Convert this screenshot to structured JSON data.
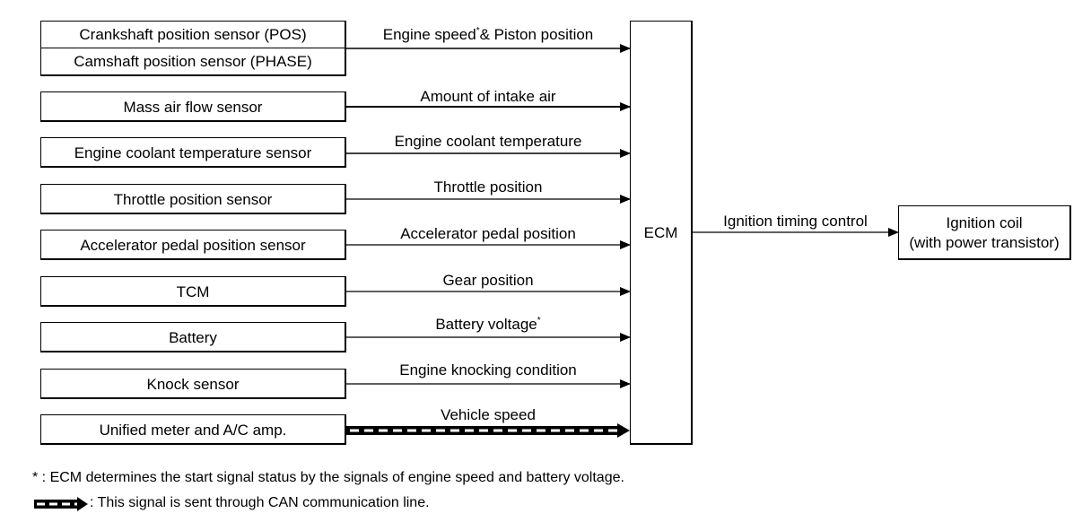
{
  "inputs": [
    {
      "name": "Crankshaft position sensor (POS)",
      "signal": "Engine speed",
      "signal_star": "*",
      "signal_after": "& Piston position"
    },
    {
      "name": "Camshaft position sensor (PHASE)"
    },
    {
      "name": "Mass air flow sensor",
      "signal": "Amount of intake air"
    },
    {
      "name": "Engine coolant temperature sensor",
      "signal": "Engine coolant temperature"
    },
    {
      "name": "Throttle position sensor",
      "signal": "Throttle position"
    },
    {
      "name": "Accelerator pedal position sensor",
      "signal": "Accelerator pedal position"
    },
    {
      "name": "TCM",
      "signal": "Gear position"
    },
    {
      "name": "Battery",
      "signal": "Battery voltage",
      "signal_star": "*"
    },
    {
      "name": "Knock sensor",
      "signal": "Engine knocking condition"
    },
    {
      "name": "Unified meter and A/C amp.",
      "signal": "Vehicle speed",
      "line_style": "CAN"
    }
  ],
  "ecm": {
    "label": "ECM"
  },
  "output": {
    "signal": "Ignition timing control",
    "name_line1": "Ignition coil",
    "name_line2": "(with power transistor)"
  },
  "notes": {
    "star": "* : ECM determines the start signal status by the signals of engine speed and battery voltage.",
    "can": ": This signal is sent through CAN communication line."
  }
}
